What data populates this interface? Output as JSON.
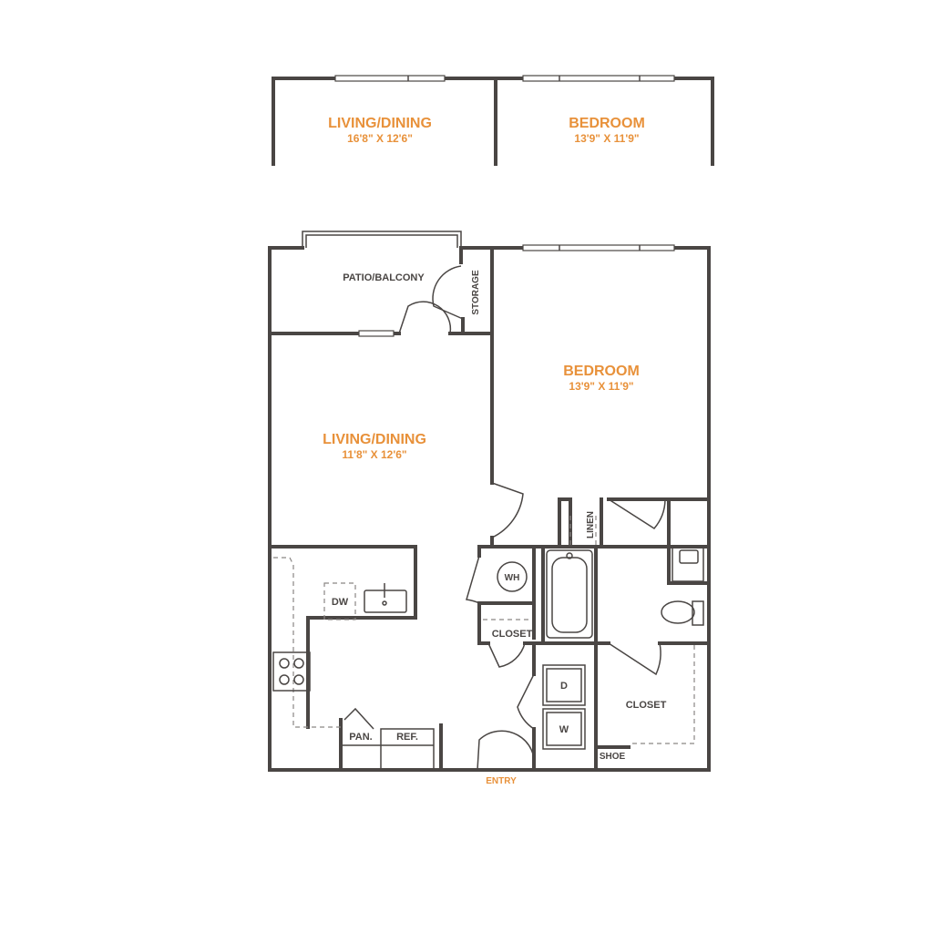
{
  "strip": {
    "living": {
      "title": "LIVING/DINING",
      "dims": "16'8\" X 12'6\""
    },
    "bedroom": {
      "title": "BEDROOM",
      "dims": "13'9\" X 11'9\""
    }
  },
  "rooms": {
    "bedroom": {
      "title": "BEDROOM",
      "dims": "13'9\" X 11'9\""
    },
    "living": {
      "title": "LIVING/DINING",
      "dims": "11'8\" X 12'6\""
    }
  },
  "labels": {
    "patio": "PATIO/BALCONY",
    "storage": "STORAGE",
    "linen": "LINEN",
    "wh": "WH",
    "closet_small": "CLOSET",
    "closet_main": "CLOSET",
    "dw": "DW",
    "pantry": "PAN.",
    "ref": "REF.",
    "dryer": "D",
    "washer": "W",
    "shoe": "SHOE",
    "entry": "ENTRY"
  },
  "colors": {
    "accent": "#e8913a",
    "wall": "#4a4644"
  }
}
